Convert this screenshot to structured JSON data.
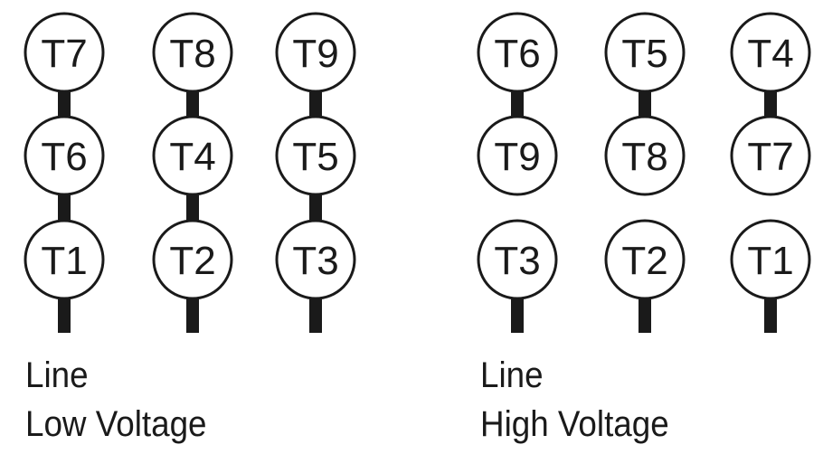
{
  "diagrams": [
    {
      "name": "low-voltage",
      "columns": [
        {
          "terminals": [
            "T7",
            "T6",
            "T1"
          ],
          "links": [
            true,
            true
          ]
        },
        {
          "terminals": [
            "T8",
            "T4",
            "T2"
          ],
          "links": [
            true,
            true
          ]
        },
        {
          "terminals": [
            "T9",
            "T5",
            "T3"
          ],
          "links": [
            true,
            true
          ]
        }
      ],
      "line_label": "Line",
      "caption": "Low Voltage"
    },
    {
      "name": "high-voltage",
      "columns": [
        {
          "terminals": [
            "T6",
            "T9",
            "T3"
          ],
          "links": [
            true,
            false
          ]
        },
        {
          "terminals": [
            "T5",
            "T8",
            "T2"
          ],
          "links": [
            true,
            false
          ]
        },
        {
          "terminals": [
            "T4",
            "T7",
            "T1"
          ],
          "links": [
            true,
            false
          ]
        }
      ],
      "line_label": "Line",
      "caption": "High Voltage"
    }
  ],
  "colors": {
    "stroke": "#1a1a1a",
    "background": "#ffffff"
  }
}
